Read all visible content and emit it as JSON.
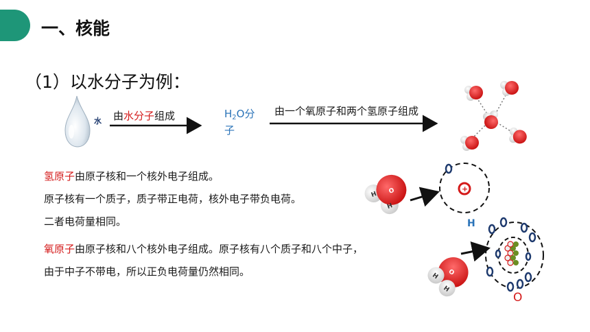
{
  "header": {
    "title": "一、核能"
  },
  "section": {
    "subtitle": "（1）以水分子为例："
  },
  "flow": {
    "water_label": "水",
    "step1_prefix": "由",
    "step1_highlight": "水分子",
    "step1_suffix": "组成",
    "molecule_h": "H",
    "molecule_sub": "2",
    "molecule_rest": "O分",
    "molecule_line2": "子",
    "step2": "由一个氧原子和两个氢原子组成"
  },
  "hydrogen": {
    "name": "氢原子",
    "line1_rest": "由原子核和一个核外电子组成。",
    "line2": "原子核有一个质子，质子带正电荷，核外电子带负电荷。",
    "line3": "二者电荷量相同。",
    "symbol": "H"
  },
  "oxygen": {
    "name": "氧原子",
    "line1_rest": "由原子核和八个核外电子组成。原子核有八个质子和八个中子，",
    "line2": "由于中子不带电，所以正负电荷量仍然相同。",
    "symbol": "O"
  },
  "colors": {
    "accent": "#1e9678",
    "highlight": "#d41a1a",
    "formula": "#2a73b8",
    "electron": "#1e3a6e"
  },
  "icons": {
    "water_drop": "water-drop-icon",
    "molecule_cluster": "water-molecule-cluster-icon",
    "hydrogen_atom": "hydrogen-atom-model-icon",
    "oxygen_atom": "oxygen-atom-model-icon"
  }
}
